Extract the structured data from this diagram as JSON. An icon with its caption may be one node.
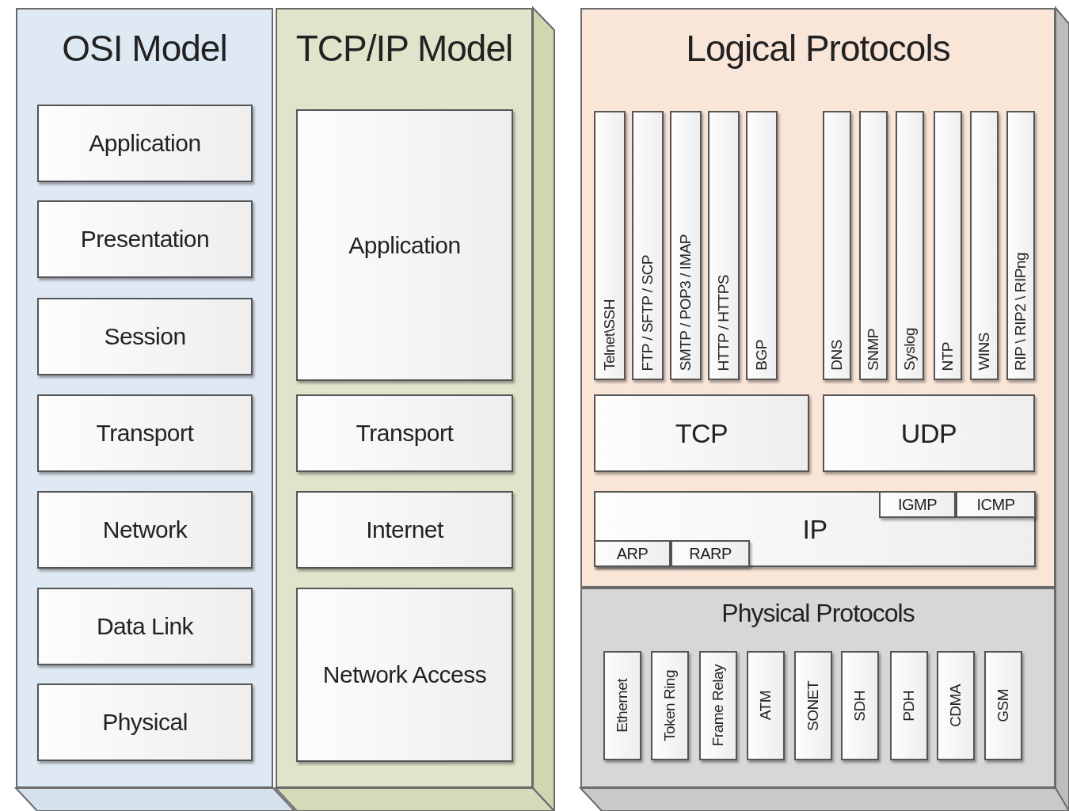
{
  "diagram": {
    "nodes": [
      {
        "text": [
          "OSI Model"
        ]
      },
      {
        "text": [
          "Application"
        ],
        "in": 0
      },
      {
        "text": [
          "Presentation"
        ],
        "in": 0
      },
      {
        "text": [
          "Session"
        ],
        "in": 0
      },
      {
        "text": [
          "Transport"
        ],
        "in": 0
      },
      {
        "text": [
          "Network"
        ],
        "in": 0
      },
      {
        "text": [
          "Data Link"
        ],
        "in": 0
      },
      {
        "text": [
          "Physical"
        ],
        "in": 0
      },
      {
        "text": [
          "TCP/IP Model"
        ]
      },
      {
        "text": [
          "Application"
        ],
        "in": 8
      },
      {
        "text": [
          "Transport"
        ],
        "in": 8
      },
      {
        "text": [
          "Internet"
        ],
        "in": 8
      },
      {
        "text": [
          "Network Access"
        ],
        "in": 8
      },
      {
        "text": [
          "Logical Protocols"
        ]
      },
      {
        "text": [
          "Telnet\\SSH"
        ],
        "in": 13
      },
      {
        "text": [
          "FTP / SFTP / SCP"
        ],
        "in": 13
      },
      {
        "text": [
          "SMTP / POP3 / IMAP"
        ],
        "in": 13
      },
      {
        "text": [
          "HTTP / HTTPS"
        ],
        "in": 13
      },
      {
        "text": [
          "BGP"
        ],
        "in": 13
      },
      {
        "text": [
          "DNS"
        ],
        "in": 13
      },
      {
        "text": [
          "SNMP"
        ],
        "in": 13
      },
      {
        "text": [
          "Syslog"
        ],
        "in": 13
      },
      {
        "text": [
          "NTP"
        ],
        "in": 13
      },
      {
        "text": [
          "WINS"
        ],
        "in": 13
      },
      {
        "text": [
          "RIP \\ RIP2 \\ RIPng"
        ],
        "in": 13
      },
      {
        "text": [
          "TCP"
        ],
        "in": 13
      },
      {
        "text": [
          "UDP"
        ],
        "in": 13
      },
      {
        "text": [
          "IP"
        ],
        "in": 13
      },
      {
        "text": [
          "IGMP"
        ],
        "in": 27
      },
      {
        "text": [
          "ICMP"
        ],
        "in": 27
      },
      {
        "text": [
          "ARP"
        ],
        "in": 27
      },
      {
        "text": [
          "RARP"
        ],
        "in": 27
      },
      {
        "text": [
          "Physical Protocols"
        ]
      },
      {
        "text": [
          "Ethernet"
        ],
        "in": 32
      },
      {
        "text": [
          "Token Ring"
        ],
        "in": 32
      },
      {
        "text": [
          "Frame Relay"
        ],
        "in": 32
      },
      {
        "text": [
          "ATM"
        ],
        "in": 32
      },
      {
        "text": [
          "SONET"
        ],
        "in": 32
      },
      {
        "text": [
          "SDH"
        ],
        "in": 32
      },
      {
        "text": [
          "PDH"
        ],
        "in": 32
      },
      {
        "text": [
          "CDMA"
        ],
        "in": 32
      },
      {
        "text": [
          "GSM"
        ],
        "in": 32
      }
    ]
  }
}
